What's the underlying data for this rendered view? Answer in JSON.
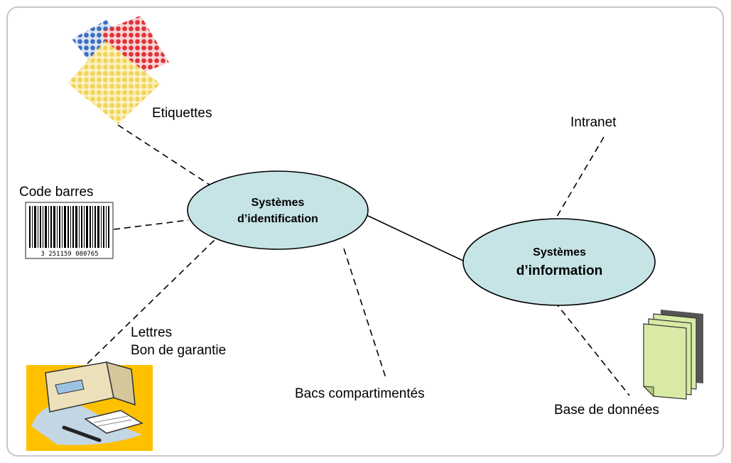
{
  "nodes": {
    "identification": {
      "line1": "Systèmes",
      "line2": "d’identification"
    },
    "information": {
      "line1": "Systèmes",
      "line2": "d’information"
    }
  },
  "labels": {
    "etiquettes": "Etiquettes",
    "code_barres": "Code barres",
    "lettres": "Lettres",
    "bon_garantie": "Bon de garantie",
    "bacs": "Bacs compartimentés",
    "intranet": "Intranet",
    "base_donnees": "Base de données"
  },
  "barcode": {
    "digits": "3 251159 080765"
  },
  "colors": {
    "ellipse_fill": "#c6e3e6",
    "ellipse_stroke": "#000000",
    "frame_border": "#c8c8c8",
    "doc_fill": "#d9eaa6",
    "mail_background": "#ffc000"
  }
}
